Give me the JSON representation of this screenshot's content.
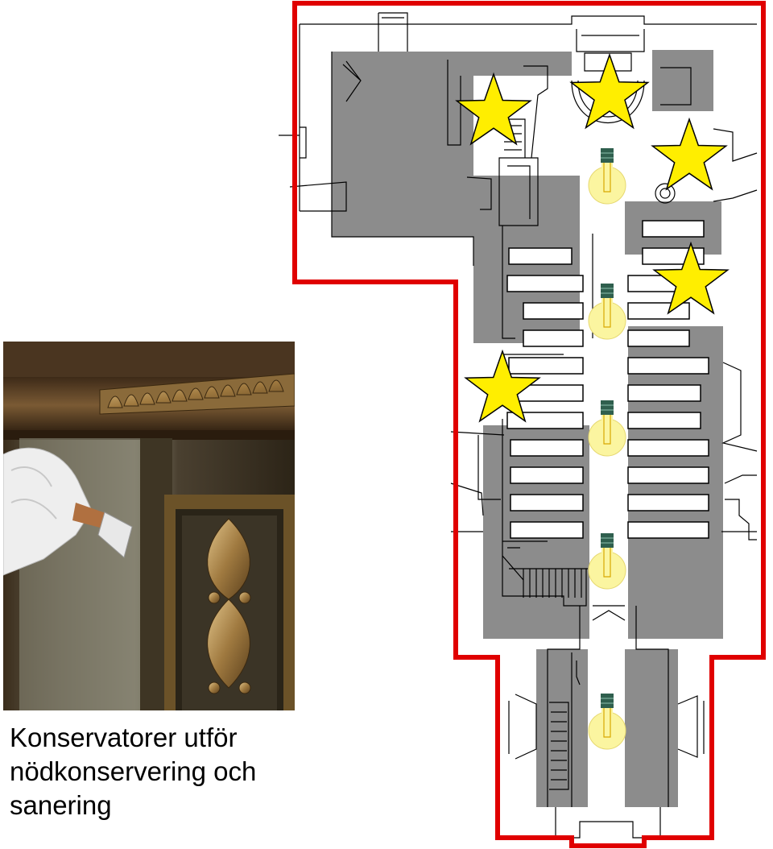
{
  "caption": "Konservatorer  utför\nnödkonservering och\nsanering",
  "colors": {
    "boundary": "#e00000",
    "zone": "#8c8c8c",
    "star": "#ffee00",
    "star_outline": "#000000",
    "bulb_glass": "#fbf5a0",
    "bulb_base": "#2f5f4e",
    "plan_line": "#000000"
  },
  "icons": {
    "star": "star-icon",
    "bulb": "light-bulb-icon"
  },
  "counts": {
    "stars": 5,
    "bulbs": 5
  }
}
